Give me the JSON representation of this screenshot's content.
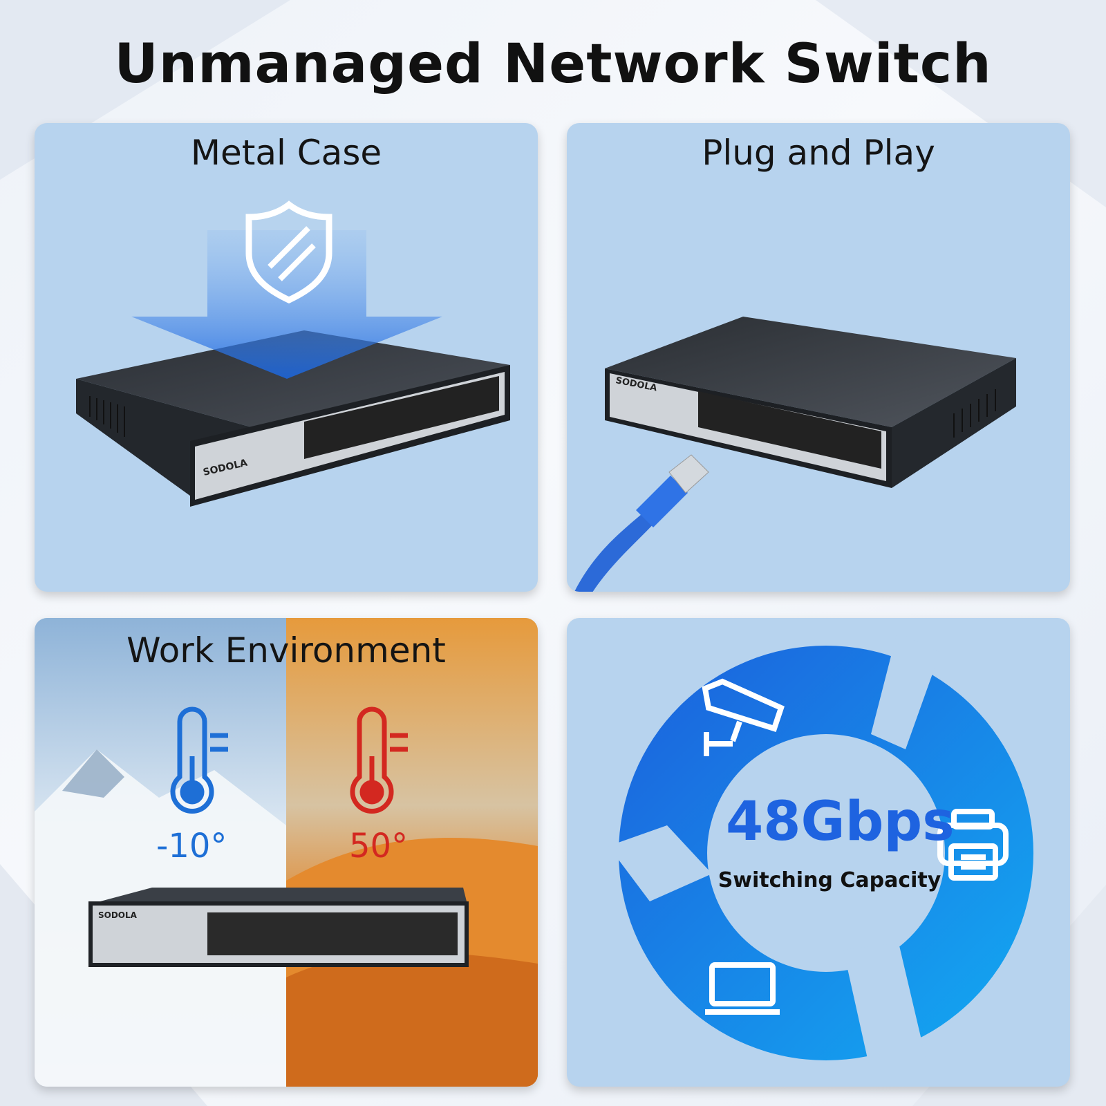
{
  "title": "Unmanaged Network Switch",
  "panels": {
    "metal_case": {
      "title": "Metal Case"
    },
    "plug_and_play": {
      "title": "Plug and Play"
    },
    "work_environment": {
      "title": "Work Environment",
      "temp_low": "-10°",
      "temp_high": "50°"
    },
    "switching": {
      "value": "48Gbps",
      "label": "Switching Capacity"
    }
  },
  "brand": "SODOLA",
  "colors": {
    "panel": "#b7d3ee",
    "accent_blue": "#1e63e0",
    "cold": "#1e6fd6",
    "hot": "#d32820"
  }
}
